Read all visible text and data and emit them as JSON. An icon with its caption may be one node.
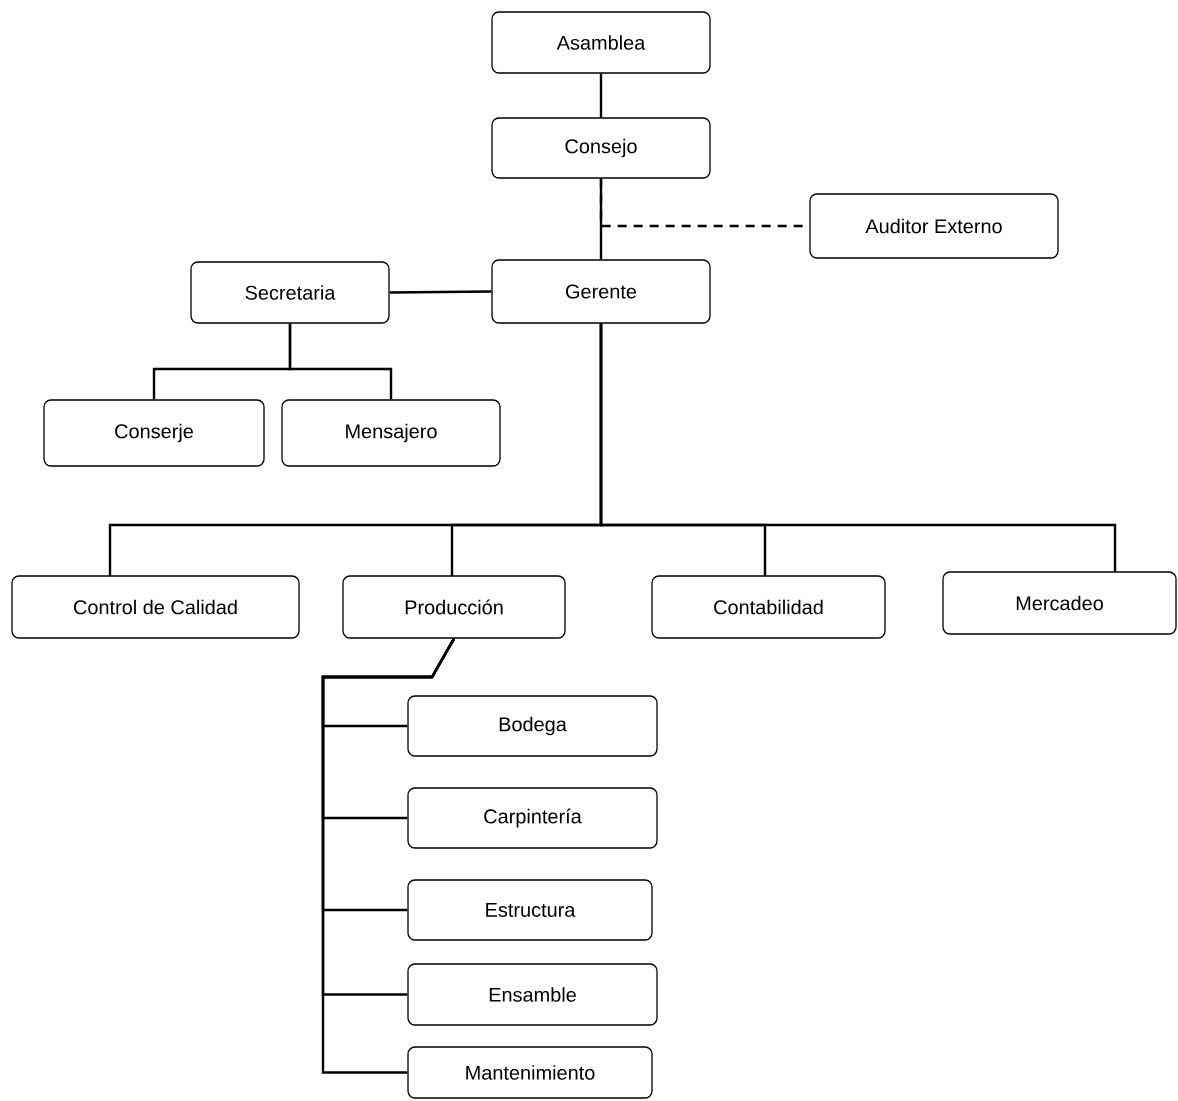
{
  "diagram": {
    "nodes": [
      {
        "text": [
          "Asamblea"
        ]
      },
      {
        "text": [
          "Consejo"
        ]
      },
      {
        "text": [
          "Auditor Externo"
        ]
      },
      {
        "text": [
          "Secretaria"
        ]
      },
      {
        "text": [
          "Gerente"
        ]
      },
      {
        "text": [
          "Conserje"
        ]
      },
      {
        "text": [
          "Mensajero"
        ]
      },
      {
        "text": [
          "Control de Calidad"
        ]
      },
      {
        "text": [
          "Producción"
        ]
      },
      {
        "text": [
          "Contabilidad"
        ]
      },
      {
        "text": [
          "Mercadeo"
        ]
      },
      {
        "text": [
          "Bodega"
        ]
      },
      {
        "text": [
          "Carpintería"
        ]
      },
      {
        "text": [
          "Estructura"
        ]
      },
      {
        "text": [
          "Ensamble"
        ]
      },
      {
        "text": [
          "Mantenimiento"
        ]
      }
    ],
    "edges": [
      {
        "from": 0,
        "to": 1,
        "arrow": "none"
      },
      {
        "from": 1,
        "to": 4,
        "arrow": "none"
      },
      {
        "from": 1,
        "to": 2,
        "arrow": "none",
        "style": "dashed"
      },
      {
        "from": 4,
        "to": 3,
        "arrow": "none"
      },
      {
        "from": 3,
        "to": 5,
        "arrow": "none"
      },
      {
        "from": 3,
        "to": 6,
        "arrow": "none"
      },
      {
        "from": 4,
        "to": 7,
        "arrow": "none"
      },
      {
        "from": 4,
        "to": 8,
        "arrow": "none"
      },
      {
        "from": 4,
        "to": 9,
        "arrow": "none"
      },
      {
        "from": 4,
        "to": 10,
        "arrow": "none"
      },
      {
        "from": 8,
        "to": 11,
        "arrow": "none"
      },
      {
        "from": 8,
        "to": 12,
        "arrow": "none"
      },
      {
        "from": 8,
        "to": 13,
        "arrow": "none"
      },
      {
        "from": 8,
        "to": 14,
        "arrow": "none"
      },
      {
        "from": 8,
        "to": 15,
        "arrow": "none"
      }
    ]
  }
}
